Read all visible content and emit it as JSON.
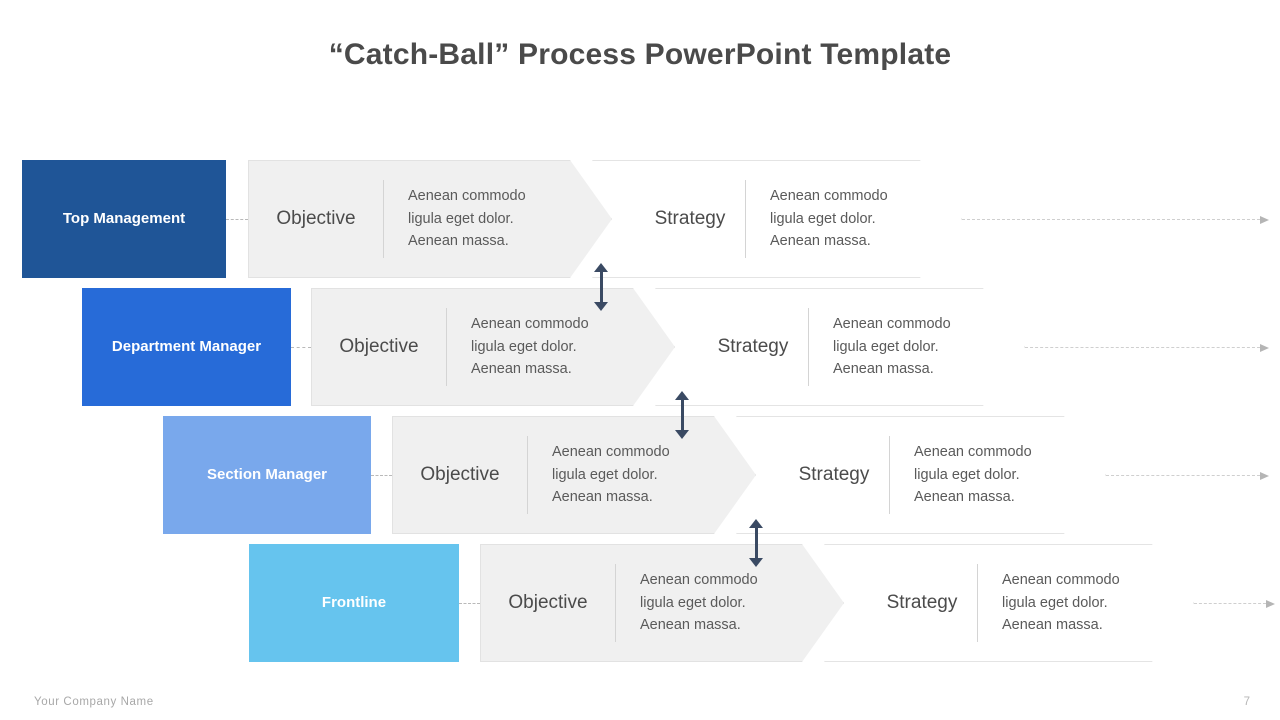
{
  "slide": {
    "title": "“Catch-Ball” Process PowerPoint Template"
  },
  "footer": {
    "company": "Your Company  Name",
    "page_number": "7"
  },
  "colors": {
    "row1_accent": "#1F5597",
    "row2_accent": "#276BD8",
    "row3_accent": "#79A8EC",
    "row4_accent": "#66C4EE",
    "objective_fill": "#F0F0F0",
    "strategy_fill": "#FFFFFF",
    "arrow_navy": "#3A4A63",
    "connector_grey": "#B9B9B9",
    "flow_arrow_grey": "#CFCFCF",
    "title_grey": "#4A4A4A"
  },
  "rows": [
    {
      "role": "Top Management",
      "stages": [
        {
          "name": "Objective",
          "description": "Aenean commodo\nligula eget dolor.\nAenean massa."
        },
        {
          "name": "Strategy",
          "description": "Aenean commodo\nligula eget dolor.\nAenean massa."
        }
      ]
    },
    {
      "role": "Department\nManager",
      "stages": [
        {
          "name": "Objective",
          "description": "Aenean commodo\nligula eget dolor.\nAenean massa."
        },
        {
          "name": "Strategy",
          "description": "Aenean commodo\nligula eget dolor.\nAenean massa."
        }
      ]
    },
    {
      "role": "Section Manager",
      "stages": [
        {
          "name": "Objective",
          "description": "Aenean commodo\nligula eget dolor.\nAenean massa."
        },
        {
          "name": "Strategy",
          "description": "Aenean commodo\nligula eget dolor.\nAenean massa."
        }
      ]
    },
    {
      "role": "Frontline",
      "stages": [
        {
          "name": "Objective",
          "description": "Aenean commodo\nligula eget dolor.\nAenean massa."
        },
        {
          "name": "Strategy",
          "description": "Aenean commodo\nligula eget dolor.\nAenean massa."
        }
      ]
    }
  ],
  "catch_arrows": [
    {
      "label": "catch-ball-arrow-1"
    },
    {
      "label": "catch-ball-arrow-2"
    },
    {
      "label": "catch-ball-arrow-3"
    }
  ]
}
